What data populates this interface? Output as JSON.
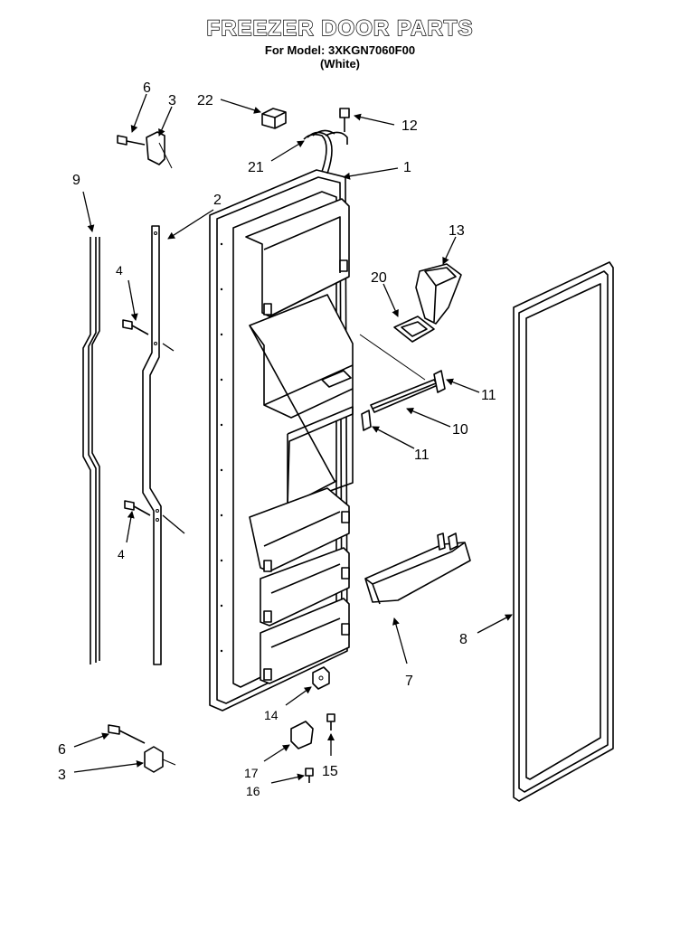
{
  "header": {
    "title": "FREEZER DOOR PARTS",
    "model_line": "For Model: 3XKGN7060F00",
    "color_line": "(White)"
  },
  "callouts": {
    "c1": "1",
    "c2": "2",
    "c3a": "3",
    "c3b": "3",
    "c4a": "4",
    "c4b": "4",
    "c6a": "6",
    "c6b": "6",
    "c7": "7",
    "c8": "8",
    "c9": "9",
    "c10": "10",
    "c11a": "11",
    "c11b": "11",
    "c12": "12",
    "c13": "13",
    "c14": "14",
    "c15": "15",
    "c16": "16",
    "c17": "17",
    "c20": "20",
    "c21": "21",
    "c22": "22"
  }
}
